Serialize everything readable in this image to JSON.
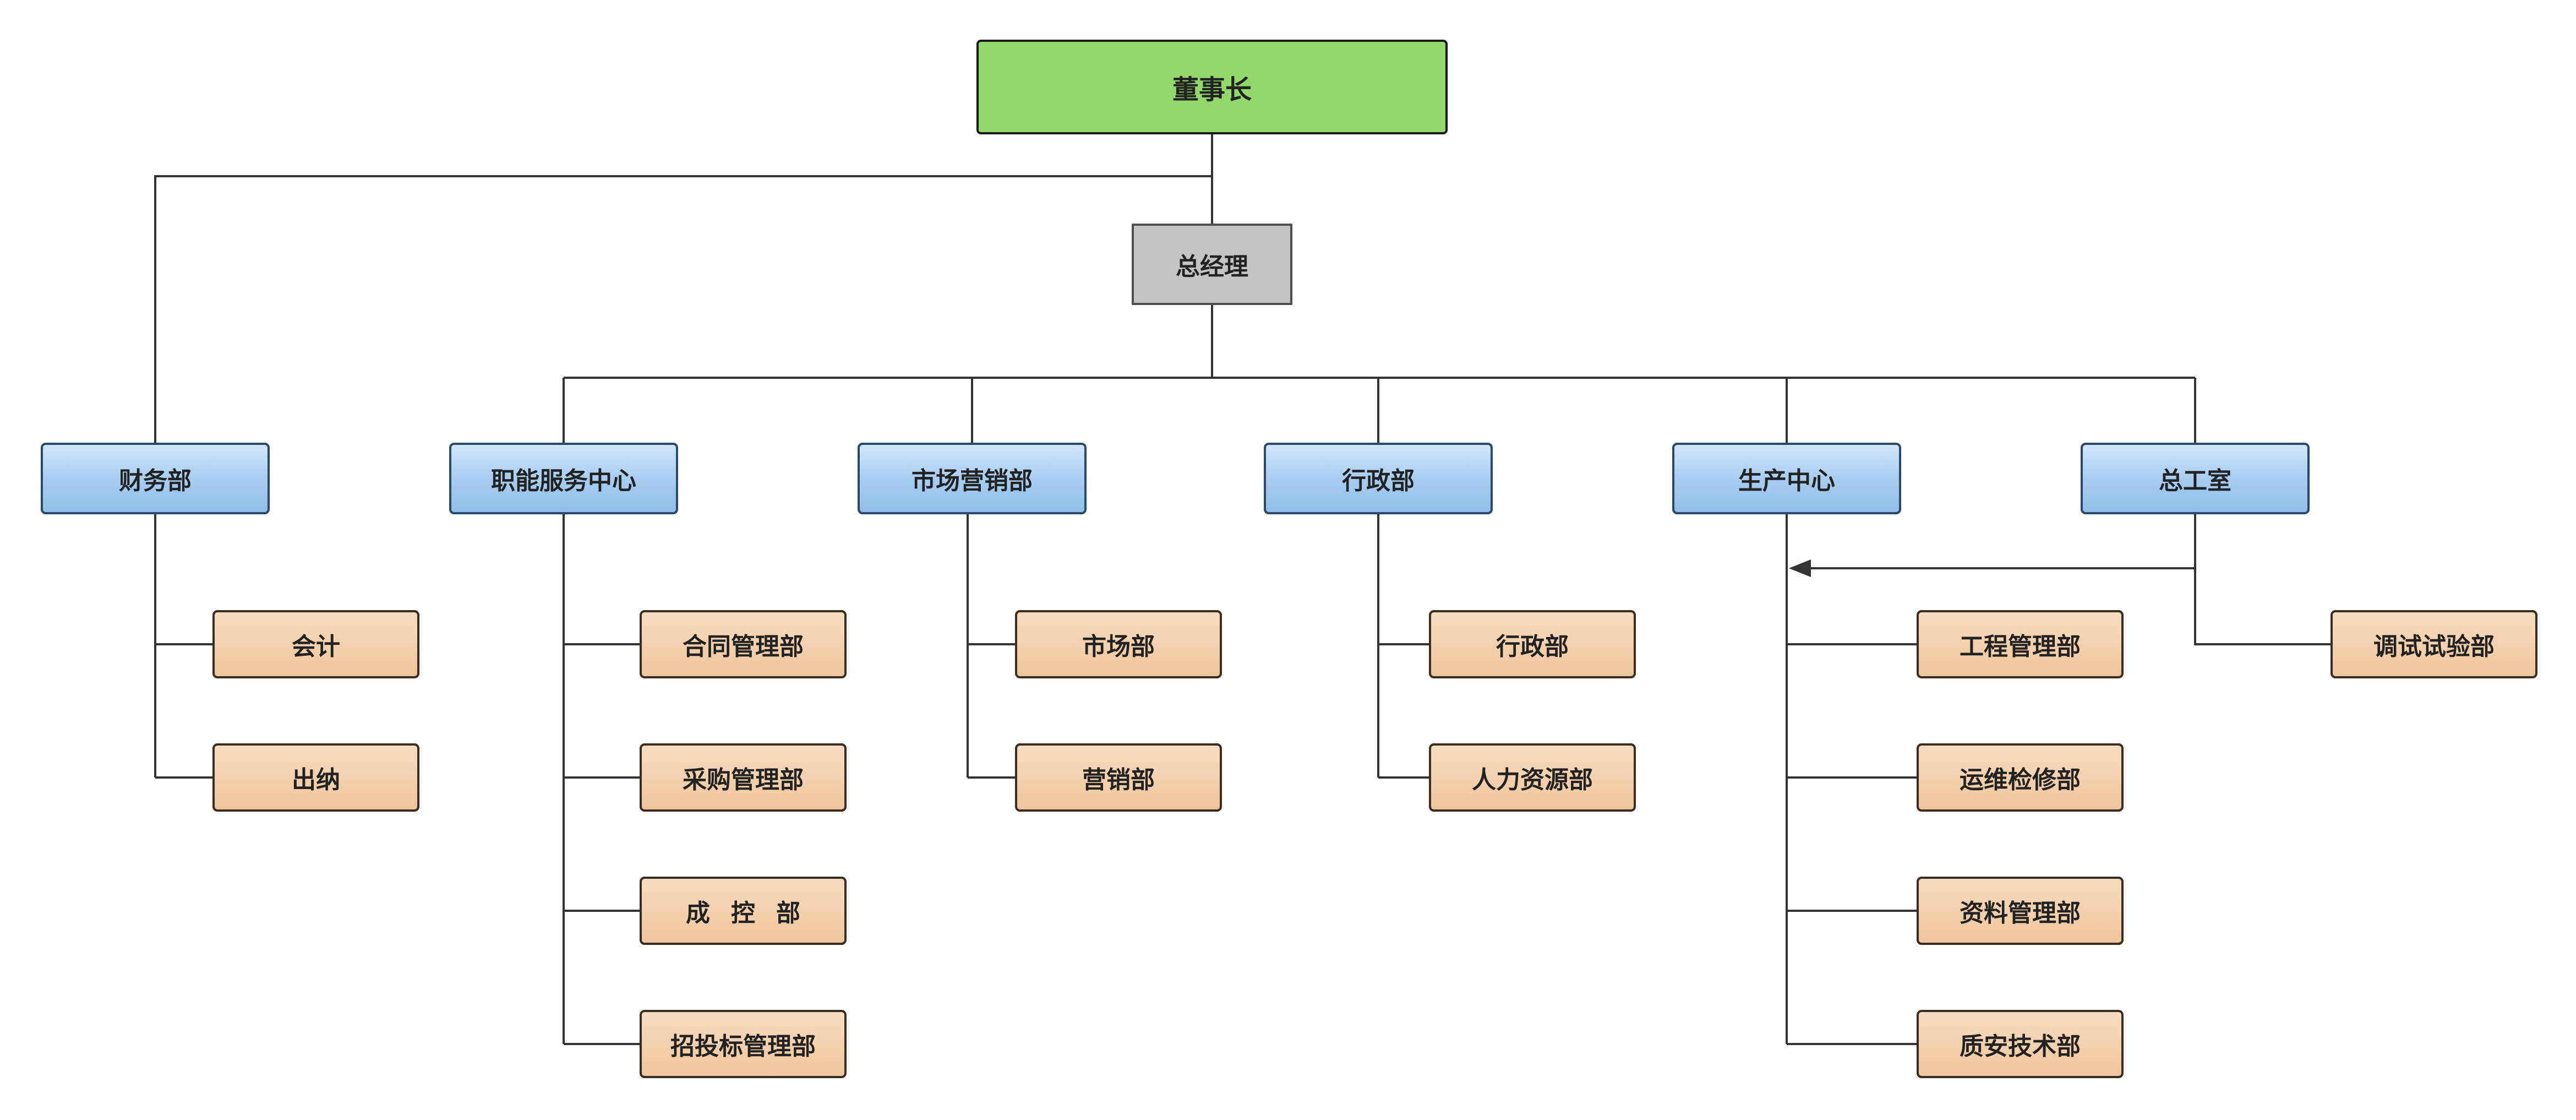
{
  "chairman": "董事长",
  "general_manager": "总经理",
  "departments": {
    "finance": {
      "label": "财务部",
      "subs": [
        "会计",
        "出纳"
      ]
    },
    "functional": {
      "label": "职能服务中心",
      "subs": [
        "合同管理部",
        "采购管理部",
        "成控部",
        "招投标管理部"
      ]
    },
    "marketing": {
      "label": "市场营销部",
      "subs": [
        "市场部",
        "营销部"
      ]
    },
    "admin": {
      "label": "行政部",
      "subs": [
        "行政部",
        "人力资源部"
      ]
    },
    "production": {
      "label": "生产中心",
      "subs": [
        "工程管理部",
        "运维检修部",
        "资料管理部",
        "质安技术部"
      ]
    },
    "chief_engineer": {
      "label": "总工室",
      "subs": [
        "调试试验部"
      ]
    }
  },
  "colors": {
    "chairman_fill": "#93d86a",
    "gm_fill": "#c4c4c4",
    "dept_fill": "#a8cdf1",
    "sub_fill": "#efc69b",
    "line": "#333333"
  }
}
